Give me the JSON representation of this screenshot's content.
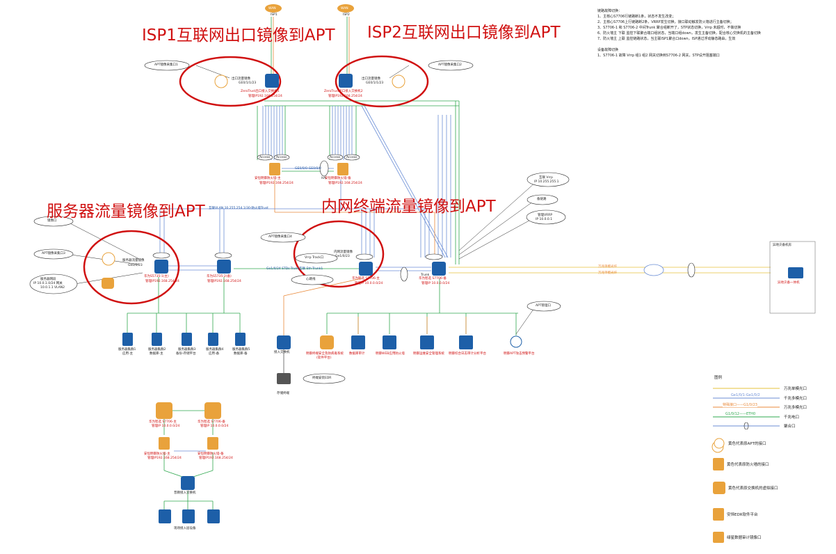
{
  "wan": {
    "left": {
      "cloud": "WAN",
      "label": "ISP1"
    },
    "right": {
      "cloud": "WAN",
      "label": "ISP2"
    }
  },
  "headlines": {
    "isp1_mirror": "ISP1互联网出口镜像到APT",
    "isp2_mirror": "ISP2互联网出口镜像到APT",
    "server_mirror": "服务器流量镜像到APT",
    "intranet_mirror": "内网终端流量镜像到APT"
  },
  "notes": {
    "heading1": "链路故障切换：",
    "lines1": [
      "1、主核心S7706行链路断1条，状态不发生改变；",
      "2、主核心S7706上行链路断2条，VRRP发生切换，接口联动触发防火墙进行主备切换；",
      "3、S7706-1 和 S7706-2 中间Trunk 聚合组断开了，STP状态切换，Vrrp 未超时，不做切换",
      "6、防火墙主 下联 监控下联聚合端口组状态，当端口组down，发生主备切换，配合核心交换机的主备切换",
      "7、防火墙主 上联 监控链路状态，当主联ISP1聚合口down，ISP通过浮动静态路由，生效"
    ],
    "heading2": "设备故障切换",
    "lines2": [
      "1、S7706-1 故障 Vrrp 组1 组2 网关切换到S7706-2 网关，STP设开阻塞端口"
    ]
  },
  "nodes": {
    "apt_probe_1": "APT镜像采集口1",
    "apt_probe_2": "APT镜像采集口2",
    "apt_probe_3": "APT镜像采集口3",
    "apt_probe_4": "APT镜像采集口4",
    "egress_mirror_1": "出口流量镜像",
    "egress_mirror_1_port": "GE0/1/1/23",
    "egress_mirror_2": "出口流量镜像",
    "egress_mirror_2_port": "GE0/1/1/23",
    "egress_sw_1_name": "ZeroTrust出口接入交换机1",
    "egress_sw_1_ip": "管理IP192.168.254/24",
    "egress_sw_2_name": "ZeroTrust出口接入交换机2",
    "egress_sw_2_ip": "管理IP192.168.254/24",
    "fw_main_name": "安恒明御防火墙-主",
    "fw_main_ip": "管理IP192.168.254/24",
    "fw_backup_name": "安恒明御防火墙-备",
    "fw_backup_ip": "管理IP192.168.254/24",
    "access_badge": "Access",
    "ha_badge": "HA",
    "ha_port": "GE0/0/0-GE0/0/0",
    "srv_sw_1_name": "华为S5735-1(主)",
    "srv_sw_1_ip": "管理IP192.168.254/24",
    "srv_sw_2_name": "华为S5735-2(备)",
    "srv_sw_2_ip": "管理IP192.168.254/24",
    "srv_mirror_label": "服务器流量镜像",
    "srv_mirror_port": "Ge0/0/23",
    "core_1_name": "华为智选 S7706-主",
    "core_1_ip": "管理IP 10.0.0.0/24",
    "core_2_name": "华为智选 S7706-备",
    "core_2_ip": "管理IP 10.0.0.0/24",
    "core_mirror": "内网流量镜像",
    "core_mirror_port": "Ge1/0/23",
    "vrrp_track": "Vrrp Track口",
    "trunk_badge": "Trunk",
    "hb_badge": "心跳线",
    "callout_internet_vrrp": "互联 Vrrp",
    "callout_internet_vrrp_ip": "IP 10.255.255.1",
    "callout_standby": "备链路",
    "callout_mgmt_vrrp": "管理VRRP",
    "callout_mgmt_vrrp_ip": "IP 10.0.0.1",
    "callout_apt_mgmt": "APT管理口",
    "callout_mirror_port": "镜像口",
    "callout_server_zone": "服务器网段",
    "callout_server_ip": "IP 10.0.1.0/24 网关",
    "callout_server_gw": "10.0.1.1 VLAN2",
    "callout_terminal": "终端安装EDR",
    "mid_link_label": "互联VLAN 10.255.254.1/30-防火墙Trust",
    "core_link_label": "Ge1/0/24 STDs-Trunk互联 Eth-Trunk1",
    "remote_room": "异地灾备机房",
    "remote_device": "异地灾备一体机",
    "wan_link_a": "万兆单模光纤",
    "wan_link_b": "万兆单模光纤"
  },
  "servers": [
    {
      "name": "服务器集群1",
      "role": "应用-主"
    },
    {
      "name": "服务器集群2",
      "role": "数据库-主"
    },
    {
      "name": "服务器集群3",
      "role": "备份-存储平台"
    },
    {
      "name": "服务器集群4",
      "role": "应用-备"
    },
    {
      "name": "服务器集群5",
      "role": "数据库-备"
    }
  ],
  "platforms": [
    {
      "name": "明御终端安全及防病毒系统",
      "sub": "(软件平台)"
    },
    {
      "name": "数据库审计",
      "sub": ""
    },
    {
      "name": "明御WEB应用防火墙",
      "sub": ""
    },
    {
      "name": "明御运维安全管理系统",
      "sub": ""
    },
    {
      "name": "明御综合日志审计分析平台",
      "sub": ""
    },
    {
      "name": "明御APT攻击预警平台",
      "sub": ""
    }
  ],
  "access_switch_label": "接入交换机",
  "terminal_label": "存储终端",
  "lower": {
    "core_a_name": "华为智选 S7706-主",
    "core_a_ip": "管理IP 10.0.0.0/24",
    "core_b_name": "华为智选 S7706-备",
    "core_b_ip": "管理IP 10.0.0.0/24",
    "fw_a_name": "安恒明御防火墙-主",
    "fw_a_ip": "管理IP192.168.254/24",
    "fw_b_name": "安恒明御防火墙-备",
    "fw_b_ip": "管理IP192.168.254/24",
    "access_name": "普教接入交换机",
    "devices_label": "现场接入层设备"
  },
  "legend": {
    "title": "图例",
    "items": [
      {
        "line_label": "",
        "desc": "万兆单模光口"
      },
      {
        "line_label": "Ge1/0/1-Ge1/0/2",
        "desc": "千兆多模光口"
      },
      {
        "line_label": "特殊接口——G1/0/23",
        "desc": "万兆多模光口"
      },
      {
        "line_label": "G1/0/12——ETH0",
        "desc": "千兆电口"
      },
      {
        "line_label": "",
        "desc": "聚合口"
      },
      {
        "line_label": "",
        "desc": "黄色代表原APT的接口"
      },
      {
        "line_label": "",
        "desc": "黄色代表原防火墙的接口"
      },
      {
        "line_label": "",
        "desc": "黄色代表原交换机的虚拟接口"
      },
      {
        "line_label": "",
        "desc": "安恒EDR软件平台"
      },
      {
        "line_label": "",
        "desc": "绿星数据审计镜像口"
      }
    ]
  },
  "colors": {
    "red_annotation": "#d01010",
    "device_blue": "#1d5fa8",
    "device_orange": "#e9a23b",
    "green_link": "#2fa84f",
    "yellow_link": "#e6c23b",
    "blue_link": "#6b8ed6",
    "orange_link": "#e98a3b"
  }
}
